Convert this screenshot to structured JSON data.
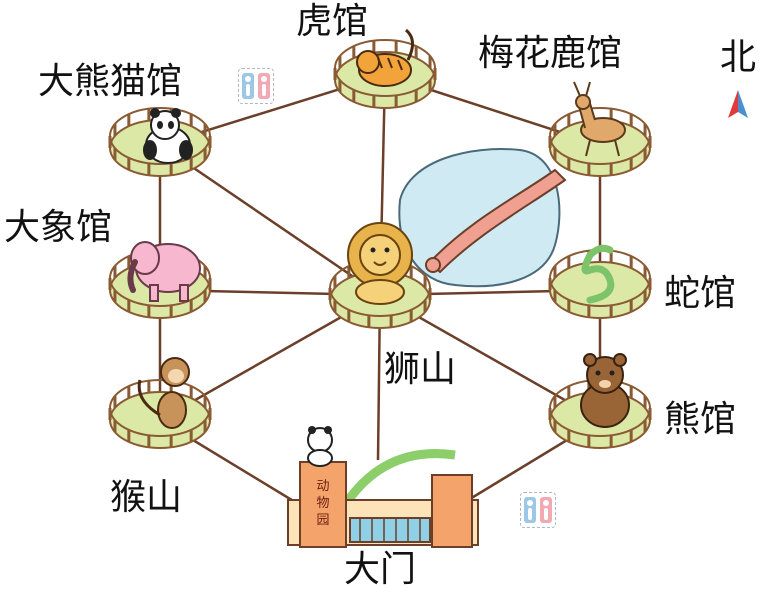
{
  "labels": {
    "tiger": "虎馆",
    "deer": "梅花鹿馆",
    "panda": "大熊猫馆",
    "elephant": "大象馆",
    "lion": "狮山",
    "snake": "蛇馆",
    "bear": "熊馆",
    "monkey": "猴山",
    "gate": "大门",
    "north": "北"
  },
  "gate_sign": [
    "动",
    "物",
    "园"
  ],
  "colors": {
    "path": "#6b3f2a",
    "fence": "#8a5a33",
    "enclosure_grass": "#dbe8a6",
    "lake": "#cfeaf3",
    "bridge": "#f0a090",
    "compass_red": "#e23a3a",
    "compass_blue": "#4a8fd0"
  },
  "icons": [
    "restroom-icon",
    "north-arrow-icon"
  ]
}
